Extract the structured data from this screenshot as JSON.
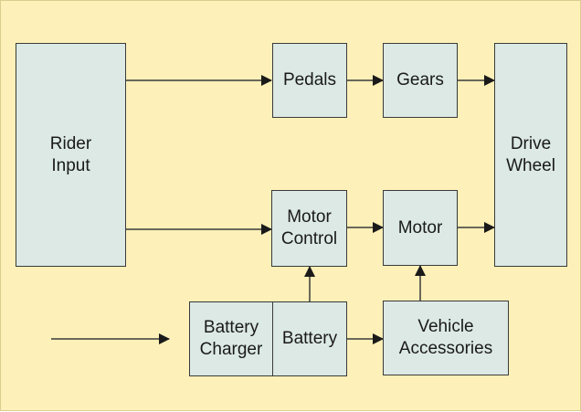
{
  "colors": {
    "background": "#fdf0b8",
    "box_fill": "#dce9e4",
    "line": "#3a3a3a"
  },
  "blocks": {
    "rider_input": "Rider\nInput",
    "pedals": "Pedals",
    "gears": "Gears",
    "drive_wheel": "Drive\nWheel",
    "motor_control": "Motor\nControl",
    "motor": "Motor",
    "battery_charger": "Battery\nCharger",
    "battery": "Battery",
    "vehicle_accessories": "Vehicle\nAccessories"
  },
  "connections": [
    {
      "from": "rider_input",
      "to": "pedals"
    },
    {
      "from": "pedals",
      "to": "gears"
    },
    {
      "from": "gears",
      "to": "drive_wheel"
    },
    {
      "from": "rider_input",
      "to": "motor_control"
    },
    {
      "from": "motor_control",
      "to": "motor"
    },
    {
      "from": "motor",
      "to": "drive_wheel"
    },
    {
      "from": "battery",
      "to": "motor_control"
    },
    {
      "from": "battery",
      "to": "vehicle_accessories"
    },
    {
      "from": "vehicle_accessories",
      "to": "motor"
    },
    {
      "from": "external_power",
      "to": "battery_charger"
    }
  ]
}
